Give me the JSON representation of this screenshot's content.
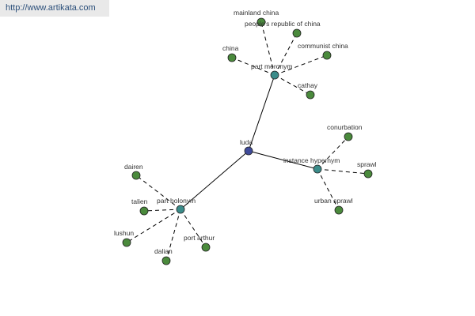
{
  "banner": {
    "url": "http://www.artikata.com"
  },
  "colors": {
    "root_node": "#3f4b9a",
    "relation_node": "#3b8c8a",
    "leaf_node": "#4a8a3c",
    "solid_edge": "#000000",
    "dashed_edge": "#000000",
    "banner_bg": "#e9e9e9"
  },
  "graph": {
    "root": {
      "id": "luda",
      "label": "luda"
    },
    "relations": [
      {
        "id": "part-meronym",
        "label": "part meronym"
      },
      {
        "id": "instance-hypernym",
        "label": "instance hypernym"
      },
      {
        "id": "part-holonym",
        "label": "part holonym"
      }
    ],
    "leaves": [
      {
        "id": "mainland-china",
        "label": "mainland china",
        "relation": "part-meronym"
      },
      {
        "id": "peoples-republic-of-china",
        "label": "people's republic of china",
        "relation": "part-meronym"
      },
      {
        "id": "china",
        "label": "china",
        "relation": "part-meronym"
      },
      {
        "id": "communist-china",
        "label": "communist china",
        "relation": "part-meronym"
      },
      {
        "id": "cathay",
        "label": "cathay",
        "relation": "part-meronym"
      },
      {
        "id": "conurbation",
        "label": "conurbation",
        "relation": "instance-hypernym"
      },
      {
        "id": "sprawl",
        "label": "sprawl",
        "relation": "instance-hypernym"
      },
      {
        "id": "urban-sprawl",
        "label": "urban sprawl",
        "relation": "instance-hypernym"
      },
      {
        "id": "dairen",
        "label": "dairen",
        "relation": "part-holonym"
      },
      {
        "id": "talien",
        "label": "talien",
        "relation": "part-holonym"
      },
      {
        "id": "lushun",
        "label": "lushun",
        "relation": "part-holonym"
      },
      {
        "id": "dalian",
        "label": "dalian",
        "relation": "part-holonym"
      },
      {
        "id": "port-arthur",
        "label": "port arthur",
        "relation": "part-holonym"
      }
    ]
  }
}
